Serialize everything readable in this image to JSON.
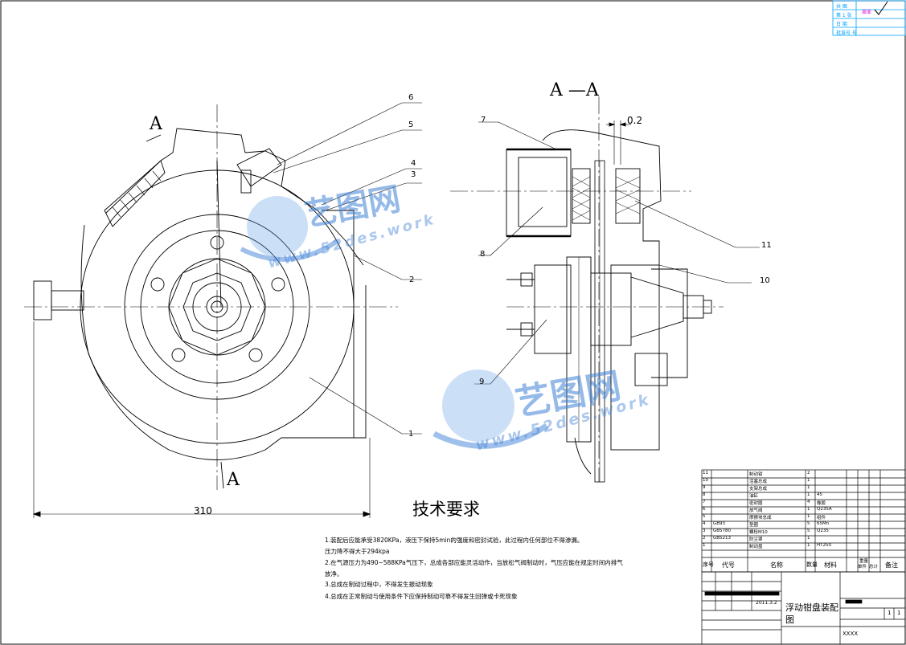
{
  "approval_box": {
    "rows": [
      "共 图",
      "第 1 张",
      "日 期",
      "批准号 号"
    ],
    "sign": "周亚"
  },
  "section_label": "A —A",
  "left_cut_top": "A",
  "left_cut_bottom": "A",
  "clearance_dim": "0.2",
  "overall_width_dim": "310",
  "callouts": {
    "c1": "1",
    "c2": "2",
    "c3": "3",
    "c4": "4",
    "c5": "5",
    "c6": "6",
    "c7": "7",
    "c8": "8",
    "c9": "9",
    "c10": "10",
    "c11": "11"
  },
  "tech_requirements": {
    "title": "技术要求",
    "items": [
      "1.装配后应能承受3820KPa，液压下保持5min的强度和密封试验，此过程内任何部位不得渗漏。",
      "压力降不得大于294kpa",
      "2.在气源压力为490~588KPa气压下，总成各部应能灵活动作，当放松气阀制动时，气压应能在规定时间内排气",
      "放净。",
      "3.总成在制动过程中，不得发生振动现象",
      "4.总成在正常制动与使用条件下应保持制动可靠不得发生回弹或卡死现象"
    ]
  },
  "bom": {
    "rows": [
      {
        "no": "11",
        "code": "",
        "name": "制动钳",
        "qty": "2",
        "material": ""
      },
      {
        "no": "10",
        "code": "",
        "name": "活塞总成",
        "qty": "1",
        "material": ""
      },
      {
        "no": "9",
        "code": "",
        "name": "支架总成",
        "qty": "1",
        "material": ""
      },
      {
        "no": "8",
        "code": "",
        "name": "油缸",
        "qty": "1",
        "material": "45"
      },
      {
        "no": "7",
        "code": "",
        "name": "密封圈",
        "qty": "4",
        "material": "橡胶"
      },
      {
        "no": "6",
        "code": "",
        "name": "放气阀",
        "qty": "1",
        "material": "Q235A"
      },
      {
        "no": "5",
        "code": "",
        "name": "摩擦块总成",
        "qty": "1",
        "material": "组件"
      },
      {
        "no": "4",
        "code": "GB93",
        "name": "垫圈",
        "qty": "5",
        "material": "65Mn"
      },
      {
        "no": "3",
        "code": "GB5780",
        "name": "螺栓M10",
        "qty": "5",
        "material": "Q235"
      },
      {
        "no": "2",
        "code": "GB5213",
        "name": "防尘罩",
        "qty": "1",
        "material": ""
      },
      {
        "no": "1",
        "code": "",
        "name": "制动盘",
        "qty": "1",
        "material": "HT250"
      }
    ],
    "header": {
      "no": "序号",
      "code": "代号",
      "name": "名称",
      "qty": "数量",
      "material": "材料",
      "unit_weight": "单件",
      "total_weight": "总计",
      "remark": "备注",
      "weight": "重量"
    }
  },
  "title_block": {
    "date": "2011.3.2",
    "drawing_name_line1": "浮动钳盘装配",
    "drawing_name_line2": "图",
    "sheets_total": "1",
    "sheet_no": "1",
    "company": "XXXX"
  },
  "watermark": {
    "brand": "艺图网",
    "url": "www.52des.work"
  }
}
